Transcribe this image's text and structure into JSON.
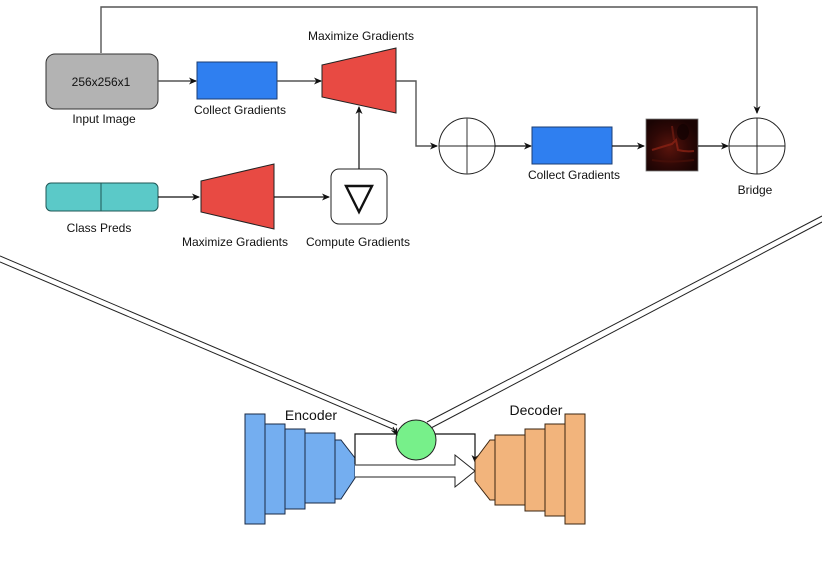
{
  "diagram": {
    "top": {
      "input_image": {
        "text": "256x256x1",
        "label": "Input Image"
      },
      "collect_gradients_1": {
        "label": "Collect Gradients"
      },
      "maximize_gradients_top": {
        "label": "Maximize Gradients"
      },
      "class_preds": {
        "label": "Class Preds"
      },
      "maximize_gradients_bottom": {
        "label": "Maximize Gradients"
      },
      "compute_gradients": {
        "symbol": "∇",
        "label": "Compute Gradients"
      },
      "collect_gradients_2": {
        "label": "Collect Gradients"
      },
      "bridge": {
        "label": "Bridge"
      }
    },
    "bottom": {
      "encoder": {
        "label": "Encoder"
      },
      "decoder": {
        "label": "Decoder"
      }
    },
    "colors": {
      "input_gray": "#b3b3b3",
      "collect_blue": "#2f7ff0",
      "maximize_red": "#e84a43",
      "class_teal": "#5bc9c8",
      "encoder_blue": "#74aef0",
      "decoder_orange": "#f2b47c",
      "bridge_green": "#77f08a",
      "saliency_dark": "#2a0705"
    }
  }
}
